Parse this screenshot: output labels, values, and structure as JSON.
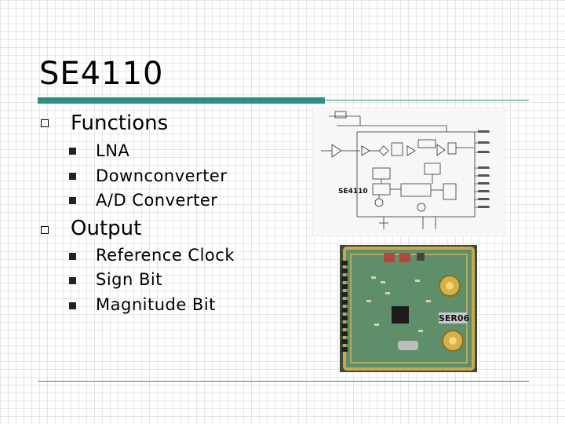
{
  "slide": {
    "title": "SE4110",
    "sections": [
      {
        "label": "Functions",
        "items": [
          "LNA",
          "Downconverter",
          "A/D Converter"
        ]
      },
      {
        "label": "Output",
        "items": [
          "Reference Clock",
          "Sign Bit",
          "Magnitude Bit"
        ]
      }
    ]
  },
  "schematic": {
    "chip_label": "SE4110"
  },
  "board": {
    "label": "SER06"
  },
  "colors": {
    "accent": "#2f8f83",
    "board_green": "#5f8f6a",
    "board_gold": "#c9a84c"
  }
}
